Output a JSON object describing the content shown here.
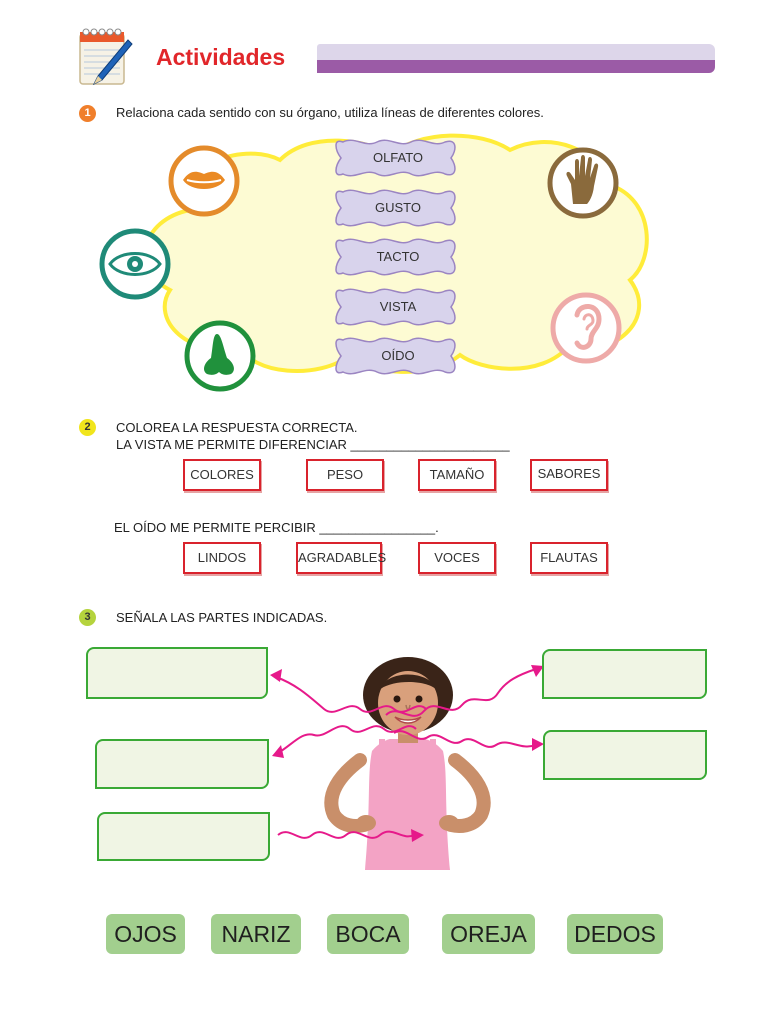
{
  "header": {
    "title": "Actividades"
  },
  "q1": {
    "number": "1",
    "instruction": "Relaciona cada sentido con su órgano, utiliza líneas de diferentes colores.",
    "senses": [
      "OLFATO",
      "GUSTO",
      "TACTO",
      "VISTA",
      "OÍDO"
    ],
    "organ_icons": [
      "mouth-icon",
      "eye-icon",
      "nose-icon",
      "hand-icon",
      "ear-icon"
    ]
  },
  "q2": {
    "number": "2",
    "instruction": "COLOREA LA RESPUESTA CORRECTA.",
    "sentence1": "LA VISTA ME PERMITE DIFERENCIAR ______________________",
    "options1": [
      "COLORES",
      "PESO",
      "TAMAÑO",
      "SABORES"
    ],
    "sentence2": "EL OÍDO ME PERMITE PERCIBIR ________________.",
    "options2": [
      "LINDOS",
      "AGRADABLES",
      "VOCES",
      "FLAUTAS"
    ]
  },
  "q3": {
    "number": "3",
    "instruction": "SEÑALA LAS PARTES INDICADAS.",
    "words": [
      "OJOS",
      "NARIZ",
      "BOCA",
      "OREJA",
      "DEDOS"
    ]
  },
  "colors": {
    "title": "#e1262a",
    "num1": "#f07f2b",
    "num2": "#f1e51c",
    "num3": "#b5d33d",
    "answer_border": "#3aa935",
    "arrows": "#e6198a"
  }
}
